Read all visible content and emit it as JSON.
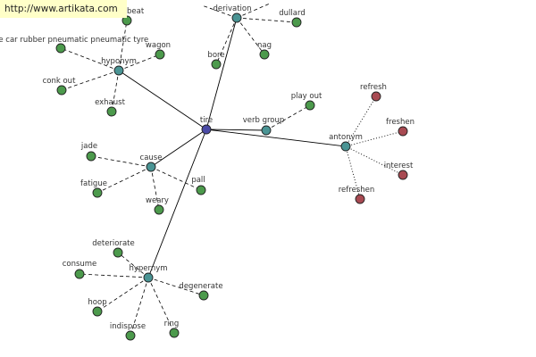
{
  "source_url": "http://www.artikata.com",
  "colors": {
    "focus": "#4a4aa6",
    "relation": "#4a9494",
    "synonym": "#4c9a4c",
    "antonym": "#a84a52"
  },
  "nodes": [
    {
      "id": "tire",
      "label": "tire",
      "kind": "focus"
    },
    {
      "id": "derivation",
      "label": "derivation",
      "kind": "relation"
    },
    {
      "id": "hyponym",
      "label": "hyponym",
      "kind": "relation"
    },
    {
      "id": "verb_group",
      "label": "verb group",
      "kind": "relation"
    },
    {
      "id": "antonym",
      "label": "antonym",
      "kind": "relation"
    },
    {
      "id": "cause",
      "label": "cause",
      "kind": "relation"
    },
    {
      "id": "hypernym",
      "label": "hypernym",
      "kind": "relation"
    },
    {
      "id": "dullard",
      "label": "dullard",
      "kind": "synonym"
    },
    {
      "id": "nag",
      "label": "nag",
      "kind": "synonym"
    },
    {
      "id": "bore",
      "label": "bore",
      "kind": "synonym"
    },
    {
      "id": "beat",
      "label": "beat",
      "kind": "synonym"
    },
    {
      "id": "car_rubber",
      "label": "le car rubber pneumatic pneumatic tyre",
      "kind": "synonym"
    },
    {
      "id": "wagon",
      "label": "wagon",
      "kind": "synonym"
    },
    {
      "id": "conk_out",
      "label": "conk out",
      "kind": "synonym"
    },
    {
      "id": "exhaust",
      "label": "exhaust",
      "kind": "synonym"
    },
    {
      "id": "play_out",
      "label": "play out",
      "kind": "synonym"
    },
    {
      "id": "refresh",
      "label": "refresh",
      "kind": "antonym"
    },
    {
      "id": "freshen",
      "label": "freshen",
      "kind": "antonym"
    },
    {
      "id": "interest",
      "label": "interest",
      "kind": "antonym"
    },
    {
      "id": "refreshen",
      "label": "refreshen",
      "kind": "antonym"
    },
    {
      "id": "jade",
      "label": "jade",
      "kind": "synonym"
    },
    {
      "id": "fatigue",
      "label": "fatigue",
      "kind": "synonym"
    },
    {
      "id": "weary",
      "label": "weary",
      "kind": "synonym"
    },
    {
      "id": "pall",
      "label": "pall",
      "kind": "synonym"
    },
    {
      "id": "deteriorate",
      "label": "deteriorate",
      "kind": "synonym"
    },
    {
      "id": "consume",
      "label": "consume",
      "kind": "synonym"
    },
    {
      "id": "degenerate",
      "label": "degenerate",
      "kind": "synonym"
    },
    {
      "id": "hoop",
      "label": "hoop",
      "kind": "synonym"
    },
    {
      "id": "indispose",
      "label": "indispose",
      "kind": "synonym"
    },
    {
      "id": "ring",
      "label": "ring",
      "kind": "synonym"
    }
  ],
  "edges": [
    {
      "from": "tire",
      "to": "derivation",
      "style": "solid"
    },
    {
      "from": "tire",
      "to": "hyponym",
      "style": "solid"
    },
    {
      "from": "tire",
      "to": "verb_group",
      "style": "solid"
    },
    {
      "from": "tire",
      "to": "antonym",
      "style": "solid"
    },
    {
      "from": "tire",
      "to": "cause",
      "style": "solid"
    },
    {
      "from": "tire",
      "to": "hypernym",
      "style": "solid"
    },
    {
      "from": "derivation",
      "to": "dullard",
      "style": "dashed"
    },
    {
      "from": "derivation",
      "to": "nag",
      "style": "dashed"
    },
    {
      "from": "derivation",
      "to": "bore",
      "style": "dashed"
    },
    {
      "from": "derivation",
      "to": "stub_left",
      "style": "dashed"
    },
    {
      "from": "derivation",
      "to": "stub_right",
      "style": "dashed"
    },
    {
      "from": "hyponym",
      "to": "beat",
      "style": "dashed"
    },
    {
      "from": "hyponym",
      "to": "car_rubber",
      "style": "dashed"
    },
    {
      "from": "hyponym",
      "to": "wagon",
      "style": "dashed"
    },
    {
      "from": "hyponym",
      "to": "conk_out",
      "style": "dashed"
    },
    {
      "from": "hyponym",
      "to": "exhaust",
      "style": "dashed"
    },
    {
      "from": "verb_group",
      "to": "play_out",
      "style": "dashed"
    },
    {
      "from": "antonym",
      "to": "refresh",
      "style": "dotted"
    },
    {
      "from": "antonym",
      "to": "freshen",
      "style": "dotted"
    },
    {
      "from": "antonym",
      "to": "interest",
      "style": "dotted"
    },
    {
      "from": "antonym",
      "to": "refreshen",
      "style": "dotted"
    },
    {
      "from": "cause",
      "to": "jade",
      "style": "dashed"
    },
    {
      "from": "cause",
      "to": "fatigue",
      "style": "dashed"
    },
    {
      "from": "cause",
      "to": "weary",
      "style": "dashed"
    },
    {
      "from": "cause",
      "to": "pall",
      "style": "dashed"
    },
    {
      "from": "hypernym",
      "to": "deteriorate",
      "style": "dashed"
    },
    {
      "from": "hypernym",
      "to": "consume",
      "style": "dashed"
    },
    {
      "from": "hypernym",
      "to": "degenerate",
      "style": "dashed"
    },
    {
      "from": "hypernym",
      "to": "hoop",
      "style": "dashed"
    },
    {
      "from": "hypernym",
      "to": "indispose",
      "style": "dashed"
    },
    {
      "from": "hypernym",
      "to": "ring",
      "style": "dashed"
    }
  ]
}
